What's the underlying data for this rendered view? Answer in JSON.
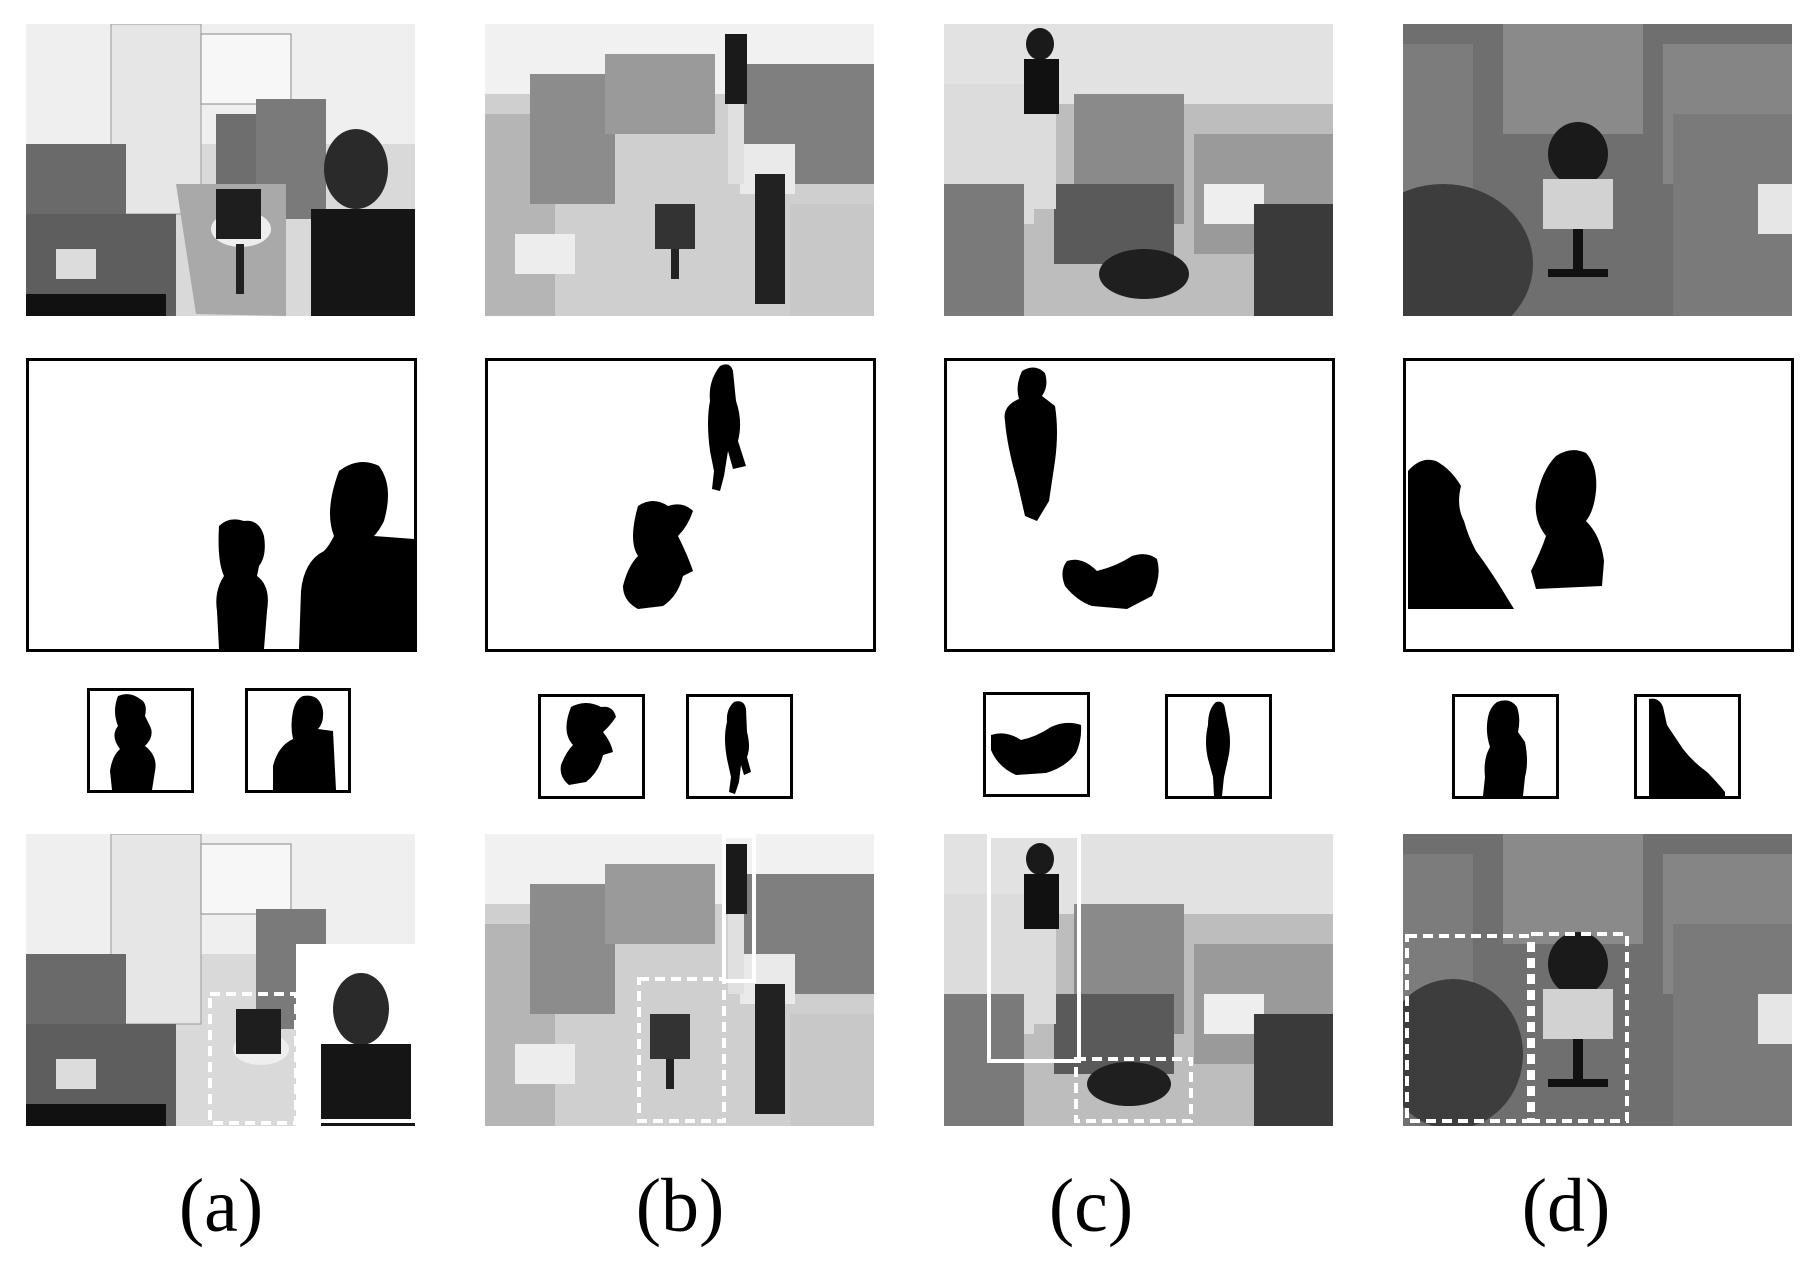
{
  "figure": {
    "columns": [
      {
        "id": "a",
        "caption": "(a)",
        "scene": "office-with-person-and-chair"
      },
      {
        "id": "b",
        "caption": "(b)",
        "scene": "office-person-walking-chair"
      },
      {
        "id": "c",
        "caption": "(c)",
        "scene": "office-person-and-fallen-chair"
      },
      {
        "id": "d",
        "caption": "(d)",
        "scene": "office-aisle-chair-dark"
      }
    ]
  },
  "colors": {
    "ink": "#000000",
    "photo_bg": "#8c8c8c",
    "box_solid": "#ffffff",
    "box_dashed": "#ffffff"
  }
}
